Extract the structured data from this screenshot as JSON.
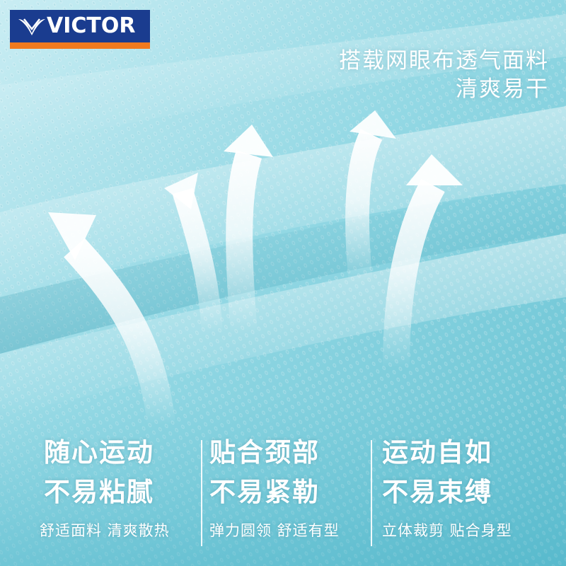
{
  "brand": {
    "name": "VICTOR",
    "colors": {
      "primary": "#1a3c8f",
      "accent": "#f07a1e"
    }
  },
  "background": {
    "colors": [
      "#c6ecf3",
      "#7fcfdd",
      "#4fb6c9"
    ],
    "arrow_count": 5
  },
  "headline": {
    "line1": "搭载网眼布透气面料",
    "line2": "清爽易干"
  },
  "features": [
    {
      "title1": "随心运动",
      "title2": "不易粘腻",
      "sub": "舒适面料 清爽散热"
    },
    {
      "title1": "贴合颈部",
      "title2": "不易紧勒",
      "sub": "弹力圆领 舒适有型"
    },
    {
      "title1": "运动自如",
      "title2": "不易束缚",
      "sub": "立体裁剪 贴合身型"
    }
  ]
}
